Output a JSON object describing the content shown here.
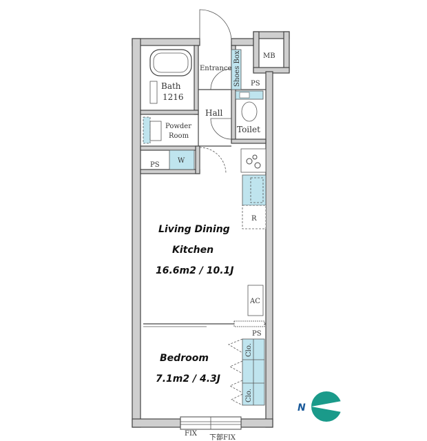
{
  "labels": {
    "entrance": "Entrance",
    "shoes_box": "Shoes Box",
    "mb": "MB",
    "ps": "PS",
    "bath": "Bath",
    "bath_size": "1216",
    "hall": "Hall",
    "toilet": "Toilet",
    "powder_room_line1": "Powder",
    "powder_room_line2": "Room",
    "washer": "W",
    "fridge": "R",
    "ac": "AC",
    "closet": "Clo.",
    "fix": "FIX",
    "lower_fix": "下部FIX"
  },
  "ldk": {
    "name_line1": "Living Dining",
    "name_line2": "Kitchen",
    "area": "16.6m2 / 10.1J"
  },
  "bedroom": {
    "name": "Bedroom",
    "area": "7.1m2 / 4.3J"
  },
  "compass": {
    "label": "N",
    "color": "#1a9a8a"
  },
  "colors": {
    "fixture": "#bfe4ee",
    "wall": "#cfcfcf"
  }
}
